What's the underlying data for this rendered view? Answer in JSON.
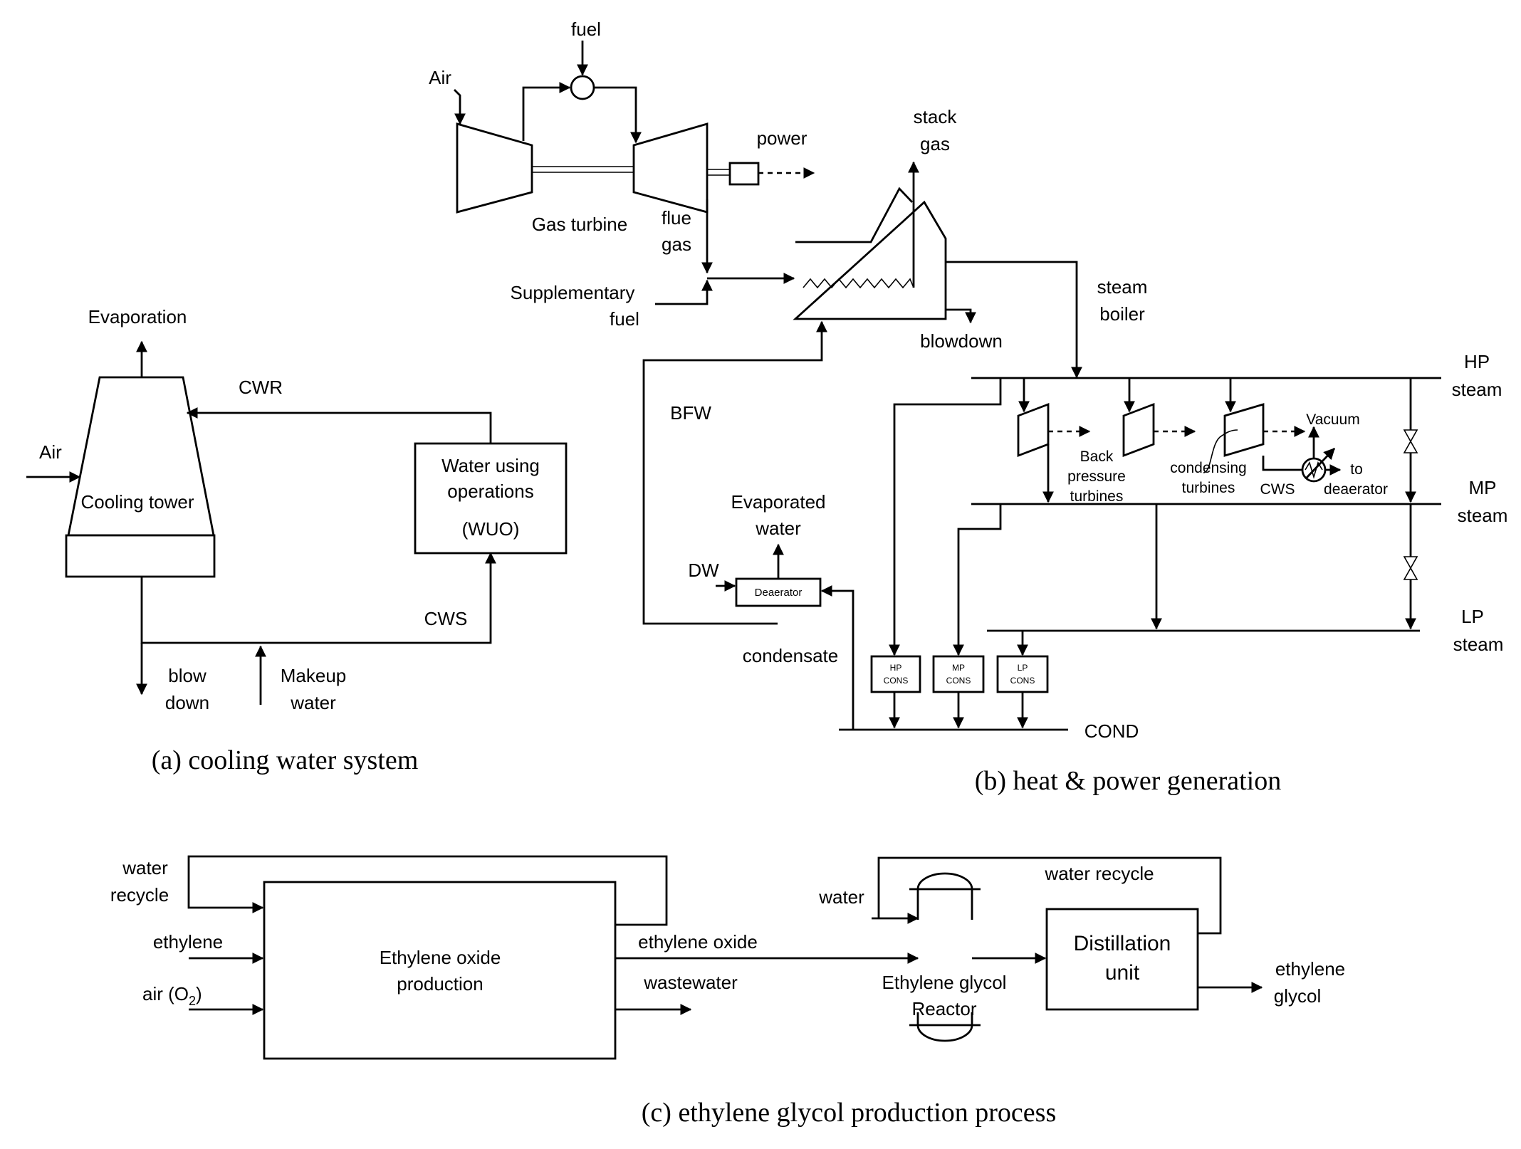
{
  "panel_a": {
    "caption": "(a) cooling water system",
    "evaporation": "Evaporation",
    "cwr": "CWR",
    "air": "Air",
    "cooling_tower": "Cooling tower",
    "wuo_line1": "Water using",
    "wuo_line2": "operations",
    "wuo_line3": "(WUO)",
    "cws": "CWS",
    "blowdown_line1": "blow",
    "blowdown_line2": "down",
    "makeup_line1": "Makeup",
    "makeup_line2": "water"
  },
  "panel_b": {
    "caption": "(b) heat & power generation",
    "fuel": "fuel",
    "air": "Air",
    "power": "power",
    "gas_turbine": "Gas turbine",
    "flue_gas_line1": "flue",
    "flue_gas_line2": "gas",
    "stack_gas_line1": "stack",
    "stack_gas_line2": "gas",
    "supp_fuel_line1": "Supplementary",
    "supp_fuel_line2": "fuel",
    "steam_boiler_line1": "steam",
    "steam_boiler_line2": "boiler",
    "blowdown": "blowdown",
    "bfw": "BFW",
    "hp_steam_line1": "HP",
    "hp_steam_line2": "steam",
    "mp_steam_line1": "MP",
    "mp_steam_line2": "steam",
    "lp_steam_line1": "LP",
    "lp_steam_line2": "steam",
    "vacuum": "Vacuum",
    "back_pressure_line1": "Back",
    "back_pressure_line2": "pressure",
    "back_pressure_line3": "turbines",
    "condensing_line1": "condensing",
    "condensing_line2": "turbines",
    "cws": "CWS",
    "to_deaerator_line1": "to",
    "to_deaerator_line2": "deaerator",
    "evaporated_water_line1": "Evaporated",
    "evaporated_water_line2": "water",
    "dw": "DW",
    "deaerator": "Deaerator",
    "condensate": "condensate",
    "hp_cons_line1": "HP",
    "hp_cons_line2": "CONS",
    "mp_cons_line1": "MP",
    "mp_cons_line2": "CONS",
    "lp_cons_line1": "LP",
    "lp_cons_line2": "CONS",
    "cond": "COND"
  },
  "panel_c": {
    "caption": "(c) ethylene glycol production process",
    "water_recycle_line1": "water",
    "water_recycle_line2": "recycle",
    "ethylene": "ethylene",
    "air_o2": "air (O",
    "air_o2_sub": "2",
    "air_o2_close": ")",
    "eo_prod_line1": "Ethylene oxide",
    "eo_prod_line2": "production",
    "ethylene_oxide": "ethylene oxide",
    "wastewater": "wastewater",
    "water": "water",
    "water_recycle2": "water recycle",
    "eg_reactor_line1": "Ethylene glycol",
    "eg_reactor_line2": "Reactor",
    "distillation_line1": "Distillation",
    "distillation_line2": "unit",
    "eg_out_line1": "ethylene",
    "eg_out_line2": "glycol"
  }
}
